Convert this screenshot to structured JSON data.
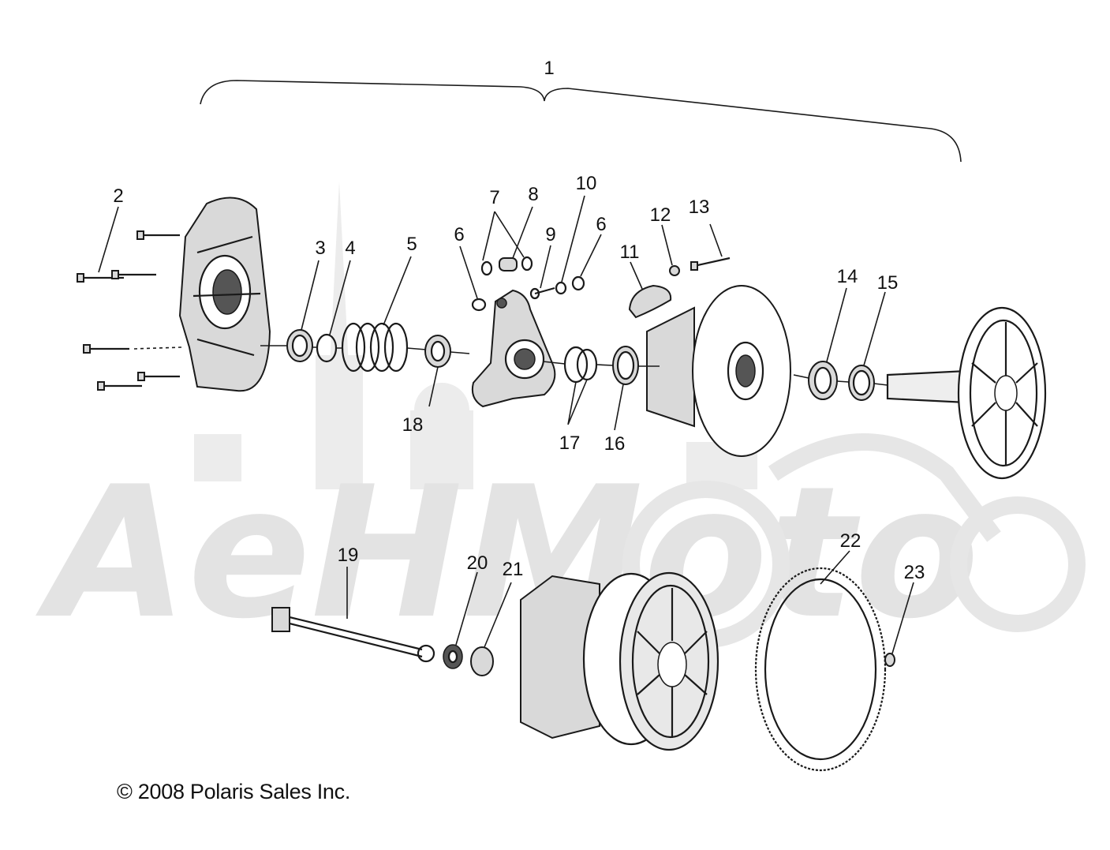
{
  "callouts": [
    "1",
    "2",
    "3",
    "4",
    "5",
    "6",
    "7",
    "8",
    "9",
    "10",
    "6",
    "11",
    "12",
    "13",
    "14",
    "15",
    "18",
    "17",
    "16",
    "19",
    "20",
    "21",
    "22",
    "23"
  ],
  "copyright": "© 2008 Polaris Sales Inc.",
  "watermark": {
    "text": "AeHMoto",
    "color": "#e3e3e3"
  }
}
